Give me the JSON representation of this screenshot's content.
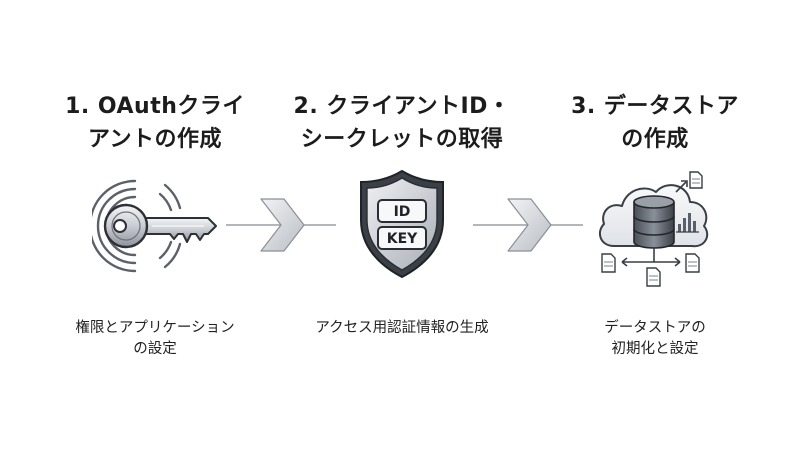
{
  "steps": [
    {
      "title_lines": [
        "1. OAuthクライ",
        "アントの作成"
      ],
      "desc_lines": [
        "権限とアプリケーション",
        "の設定"
      ],
      "icon": "key-icon"
    },
    {
      "title_lines": [
        "2. クライアントID・",
        "シークレットの取得"
      ],
      "desc_lines": [
        "アクセス用認証情報の生成"
      ],
      "icon": "shield-icon",
      "badge_top": "ID",
      "badge_bottom": "KEY"
    },
    {
      "title_lines": [
        "3. データストア",
        "の作成"
      ],
      "desc_lines": [
        "データストアの",
        "初期化と設定"
      ],
      "icon": "cloud-database-icon"
    }
  ],
  "connectors": [
    "chevron-right-icon",
    "chevron-right-icon"
  ]
}
